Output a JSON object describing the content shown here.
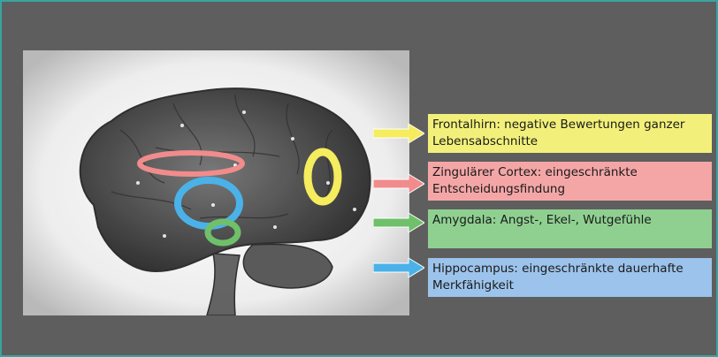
{
  "labels": [
    {
      "text": "Frontalhirn: negative Bewertungen ganzer Lebensabschnitte",
      "color": "#f2f07a"
    },
    {
      "text": "Zingulärer Cortex: eingeschränkte Entscheidungsfindung",
      "color": "#f4a6a6"
    },
    {
      "text": "Amygdala: Angst-, Ekel-, Wutgefühle",
      "color": "#8fd091"
    },
    {
      "text": "Hippocampus: eingeschränkte dauerhafte Merkfähigkeit",
      "color": "#9cc3eb"
    }
  ],
  "colors": {
    "frontal": "#f5ec5e",
    "cingulate": "#f08c8c",
    "amygdala": "#6fc06a",
    "hippocampus": "#4ab2e8",
    "background": "#5e5e5e",
    "frame": "#3aa3a0"
  }
}
